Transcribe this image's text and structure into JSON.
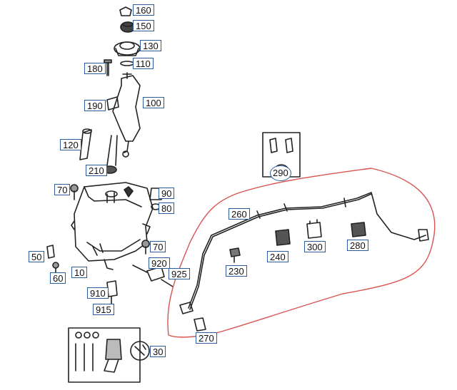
{
  "diagram": {
    "colors": {
      "callout_border": "#2a5d9f",
      "outline": "#222222",
      "highlight": "#d9534f"
    },
    "callouts": {
      "p160": "160",
      "p150": "150",
      "p130": "130",
      "p180": "180",
      "p110": "110",
      "p190": "190",
      "p100": "100",
      "p120": "120",
      "p210": "210",
      "p70a": "70",
      "p90": "90",
      "p80": "80",
      "p70b": "70",
      "p50": "50",
      "p60": "60",
      "p10": "10",
      "p920": "920",
      "p925": "925",
      "p910": "910",
      "p915": "915",
      "p30": "30",
      "p290": "290",
      "p260": "260",
      "p240": "240",
      "p300": "300",
      "p280": "280",
      "p230": "230",
      "p270": "270"
    }
  }
}
